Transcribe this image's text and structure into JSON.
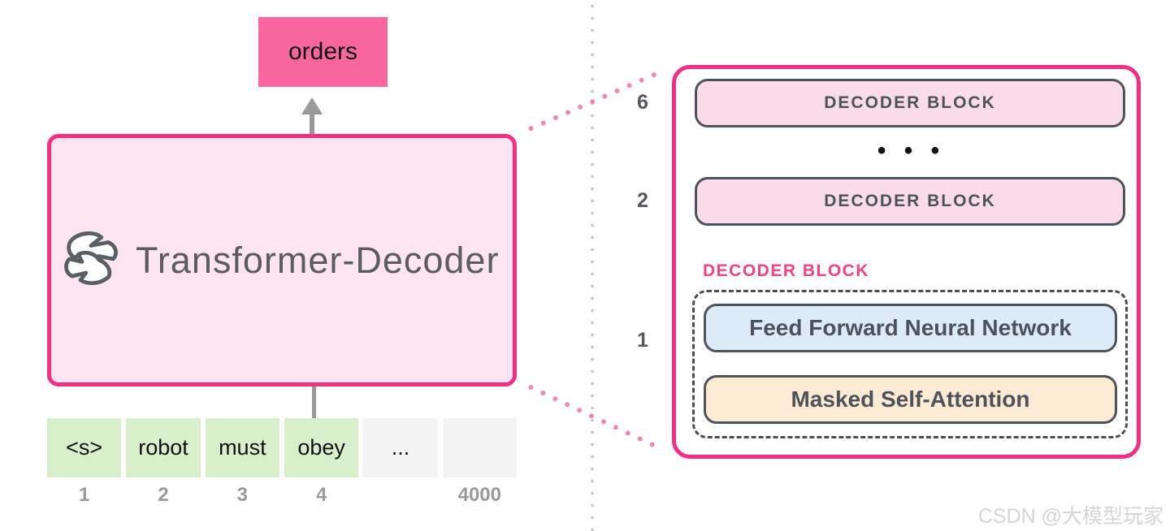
{
  "left_panel": {
    "output_label": "orders",
    "model_title": "Transformer-Decoder",
    "tokens": [
      {
        "text": "<s>",
        "index": "1"
      },
      {
        "text": "robot",
        "index": "2"
      },
      {
        "text": "must",
        "index": "3"
      },
      {
        "text": "obey",
        "index": "4"
      },
      {
        "text": "...",
        "index": ""
      },
      {
        "text": "",
        "index": "4000"
      }
    ]
  },
  "right_panel": {
    "stacked_blocks": [
      {
        "index": "6",
        "label": "DECODER BLOCK"
      },
      {
        "index": "2",
        "label": "DECODER BLOCK"
      }
    ],
    "ellipsis": "• • •",
    "expanded_block": {
      "index": "1",
      "title": "DECODER BLOCK",
      "layers": [
        {
          "label": "Feed Forward Neural Network"
        },
        {
          "label": "Masked Self-Attention"
        }
      ]
    }
  },
  "watermark": "CSDN @大模型玩家",
  "colors": {
    "accent": "#f42d85",
    "panel_pink_fill": "#fce4f0",
    "orders_fill": "#f8659f",
    "block_pink_fill": "#fadce9",
    "ffnn_fill": "#ddebf9",
    "attention_fill": "#fcebd4",
    "token_green": "#d9efcc",
    "token_gray": "#f4f4f4",
    "slate": "#4e535b",
    "arrow_gray": "#999999",
    "index_gray": "#9b9b9b",
    "pink_dot": "#f783ab",
    "separator_dot": "#c9c9c9",
    "label_pink": "#f4417f",
    "watermark_gray": "#d6d6d6",
    "title_gray": "#5c5c5c"
  }
}
